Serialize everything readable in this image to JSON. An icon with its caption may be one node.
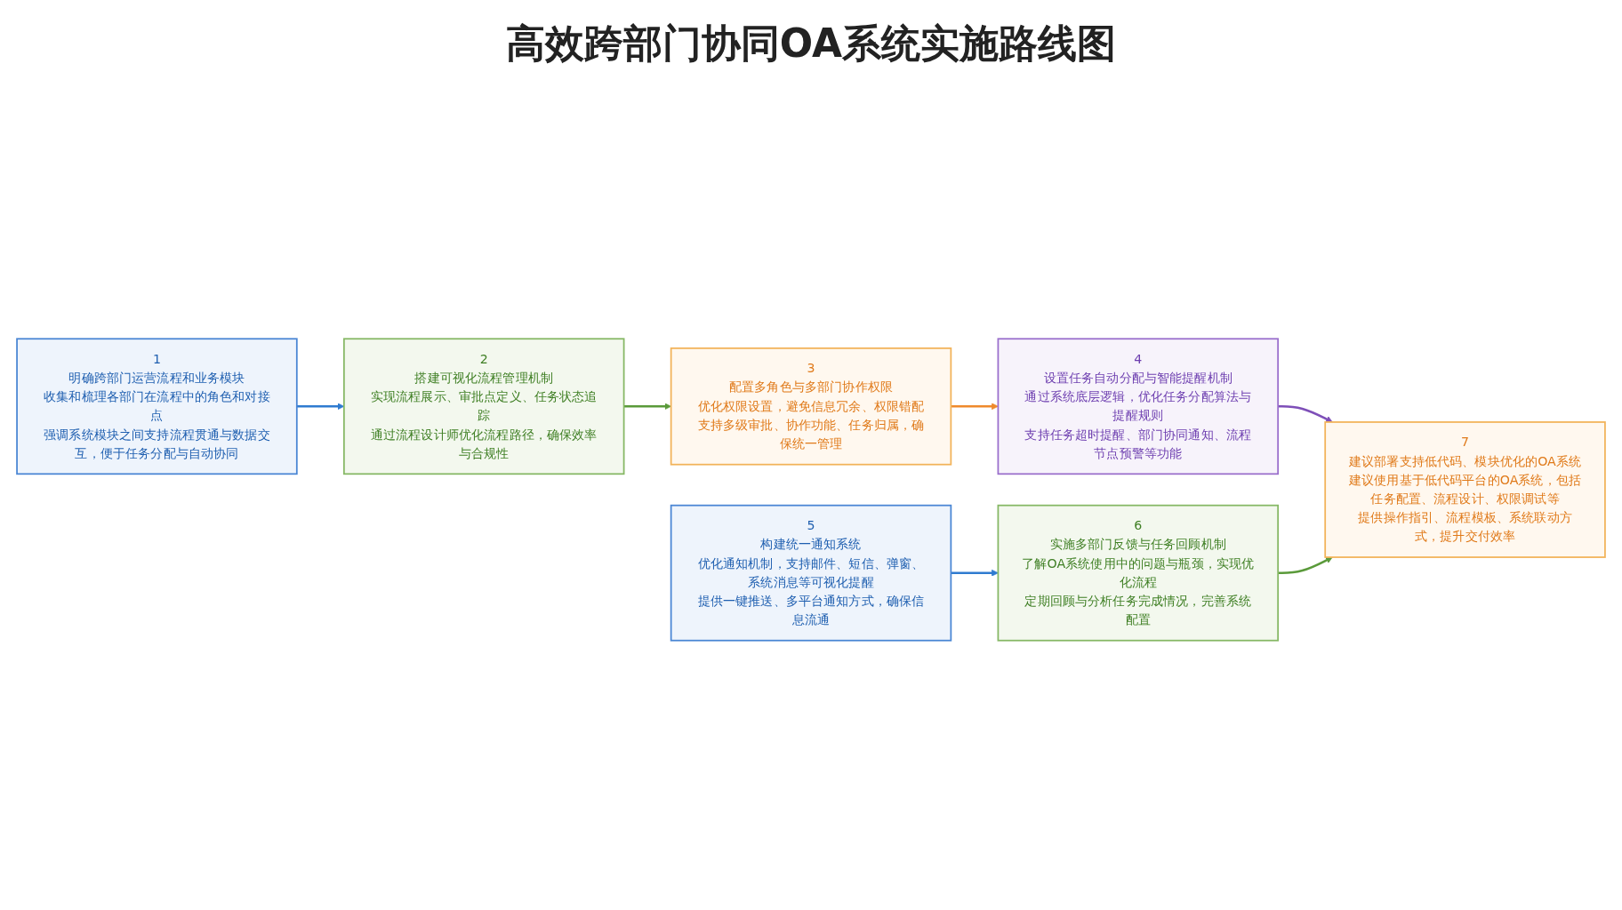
{
  "diagram": {
    "title": "高效跨部门协同OA系统实施路线图",
    "nodes": [
      {
        "text": [
          "1",
          "明确跨部门运营流程和业务模块",
          "收集和梳理各部门在流程中的角色和对接点",
          "强调系统模块之间支持流程贯通与数据交互，便于任务分配与自动协同"
        ]
      },
      {
        "text": [
          "2",
          "搭建可视化流程管理机制",
          "实现流程展示、审批点定义、任务状态追踪",
          "通过流程设计师优化流程路径，确保效率与合规性"
        ]
      },
      {
        "text": [
          "3",
          "配置多角色与多部门协作权限",
          "优化权限设置，避免信息冗余、权限错配",
          "支持多级审批、协作功能、任务归属，确保统一管理"
        ]
      },
      {
        "text": [
          "4",
          "设置任务自动分配与智能提醒机制",
          "通过系统底层逻辑，优化任务分配算法与提醒规则",
          "支持任务超时提醒、部门协同通知、流程节点预警等功能"
        ]
      },
      {
        "text": [
          "5",
          "构建统一通知系统",
          "优化通知机制，支持邮件、短信、弹窗、系统消息等可视化提醒",
          "提供一键推送、多平台通知方式，确保信息流通"
        ]
      },
      {
        "text": [
          "6",
          "实施多部门反馈与任务回顾机制",
          "了解OA系统使用中的问题与瓶颈，实现优化流程",
          "定期回顾与分析任务完成情况，完善系统配置"
        ]
      },
      {
        "text": [
          "7",
          "建议部署支持低代码、模块优化的OA系统",
          "建议使用基于低代码平台的OA系统，包括任务配置、流程设计、权限调试等",
          "提供操作指引、流程模板、系统联动方式，提升交付效率"
        ]
      }
    ],
    "edges": [
      {
        "from": 0,
        "to": 1,
        "arrow": "to",
        "color": "#2f7bd0"
      },
      {
        "from": 1,
        "to": 2,
        "arrow": "to",
        "color": "#5a9a3a"
      },
      {
        "from": 2,
        "to": 3,
        "arrow": "to",
        "color": "#ef8a2c"
      },
      {
        "from": 3,
        "to": 6,
        "arrow": "to",
        "color": "#7e4fb8"
      },
      {
        "from": 4,
        "to": 5,
        "arrow": "to",
        "color": "#2f7bd0"
      },
      {
        "from": 5,
        "to": 6,
        "arrow": "to",
        "color": "#5a9a3a"
      }
    ]
  }
}
